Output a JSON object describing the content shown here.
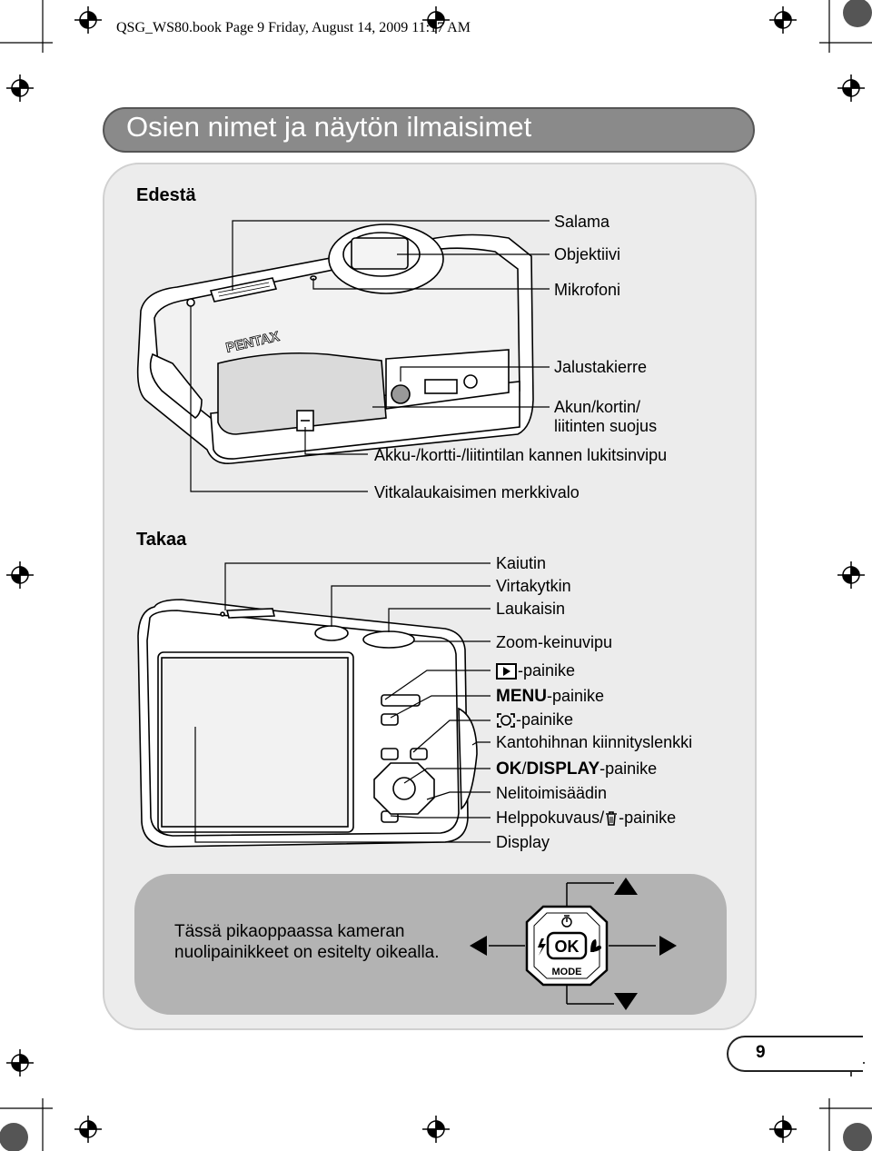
{
  "header": {
    "line": "QSG_WS80.book  Page 9  Friday, August 14, 2009  11:17 AM"
  },
  "title": "Osien nimet ja näytön ilmaisimet",
  "front": {
    "heading": "Edestä",
    "brand": "PENTAX",
    "labels": {
      "salama": "Salama",
      "objektiivi": "Objektiivi",
      "mikrofoni": "Mikrofoni",
      "jalustakierre": "Jalustakierre",
      "akun_kortin_1": "Akun/kortin/",
      "akun_kortin_2": "liitinten suojus",
      "lukitsinvipu": "Akku-/kortti-/liitintilan kannen lukitsinvipu",
      "merkkivalo": "Vitkalaukaisimen merkkivalo"
    }
  },
  "back": {
    "heading": "Takaa",
    "labels": {
      "kaiutin": "Kaiutin",
      "virtakytkin": "Virtakytkin",
      "laukaisin": "Laukaisin",
      "zoom": "Zoom-keinuvipu",
      "playback_suffix": "-painike",
      "menu_word": "MENU",
      "menu_suffix": "-painike",
      "face_suffix": "-painike",
      "kantohihna": "Kantohihnan kiinnityslenkki",
      "ok_word": "OK",
      "slash": "/",
      "display_word": "DISPLAY",
      "ok_suffix": "-painike",
      "nelitoimi": "Nelitoimisäädin",
      "helppo_prefix": "Helppokuvaus/",
      "helppo_suffix": "-painike",
      "display": "Display"
    }
  },
  "note": {
    "text": "Tässä pikaoppaassa kameran nuolipainikkeet on esitelty oikealla.",
    "pad_ok": "OK",
    "pad_mode": "MODE"
  },
  "page_number": "9",
  "icons": [
    "registration-mark-icon",
    "playback-icon",
    "face-icon",
    "trash-icon",
    "self-timer-icon",
    "flash-icon",
    "macro-icon",
    "arrow-up-icon",
    "arrow-down-icon",
    "arrow-left-icon",
    "arrow-right-icon"
  ]
}
